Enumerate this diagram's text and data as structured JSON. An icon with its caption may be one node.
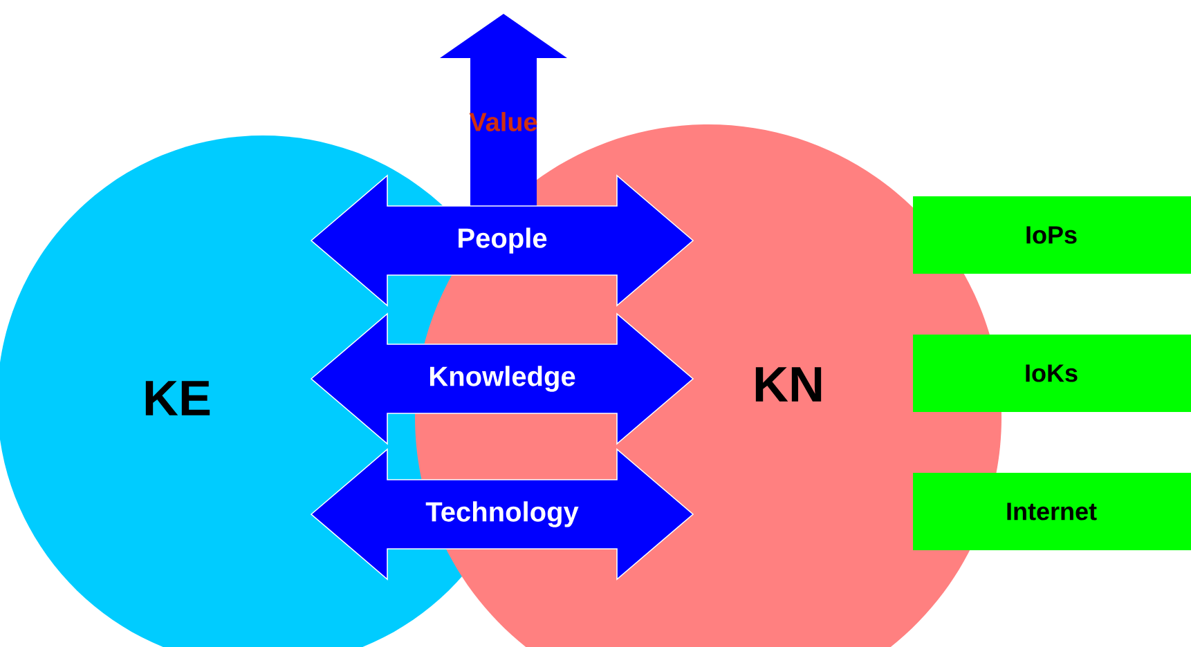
{
  "diagram": {
    "nodes": [
      {
        "text": [
          "KE"
        ]
      },
      {
        "text": [
          "KN"
        ]
      },
      {
        "text": [
          "Value"
        ]
      },
      {
        "text": [
          "People"
        ]
      },
      {
        "text": [
          "Knowledge"
        ]
      },
      {
        "text": [
          "Technology"
        ]
      },
      {
        "text": [
          "IoPs"
        ]
      },
      {
        "text": [
          "IoKs"
        ]
      },
      {
        "text": [
          "Internet"
        ]
      }
    ]
  }
}
